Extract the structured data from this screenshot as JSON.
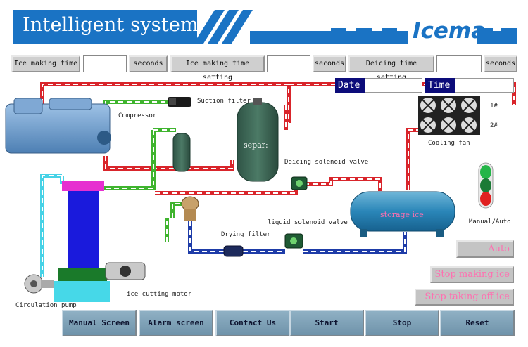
{
  "header": {
    "title": "Intelligent system",
    "brand": "Icema",
    "colors": {
      "accent": "#1a73c4",
      "white": "#ffffff"
    }
  },
  "controls": {
    "ice_making_time_label": "Ice making time",
    "ice_making_time_value": "",
    "ice_making_time_unit": "seconds",
    "ice_making_setting_label": "Ice making time setting",
    "ice_making_setting_value": "",
    "ice_making_setting_unit": "seconds",
    "deicing_setting_label": "Deicing time setting",
    "deicing_setting_value": "",
    "deicing_setting_unit": "seconds"
  },
  "datetime": {
    "date_label": "Date",
    "date_value": "",
    "time_label": "Time",
    "time_value": ""
  },
  "diagram": {
    "compressor": "Compressor",
    "suction_filter": "Suction filter",
    "separator_text": "separ:",
    "deicing_valve": "Deicing solenoid valve",
    "liquid_valve": "liquid solenoid valve",
    "drying_filter": "Drying filter",
    "storage_tank": "storage ice",
    "cooling_fan": "Cooling fan",
    "fan_1": "1#",
    "fan_2": "2#",
    "ice_motor": "ice cutting motor",
    "pump": "Circulation pump",
    "manual_auto_label": "Manual/Auto",
    "line_colors": {
      "hot": "#d9252b",
      "suction": "#3fb42e",
      "liquid": "#1e3ca8",
      "water": "#46d2e6"
    }
  },
  "side_buttons": {
    "auto": "Auto",
    "stop_making": "Stop making ice",
    "stop_taking": "Stop taking off ice"
  },
  "bottom": {
    "manual_screen": "Manual Screen",
    "alarm_screen": "Alarm screen",
    "contact": "Contact Us",
    "start": "Start",
    "stop": "Stop",
    "reset": "Reset"
  }
}
